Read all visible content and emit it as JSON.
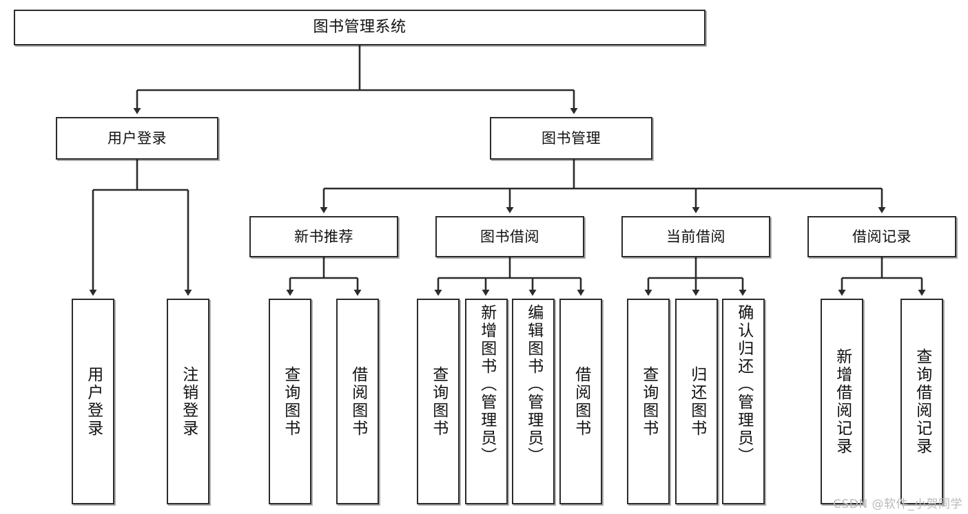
{
  "diagram": {
    "title": "图书管理系统",
    "root": {
      "id": "root",
      "label": "图书管理系统"
    },
    "level2": [
      {
        "id": "user-login",
        "label": "用户登录"
      },
      {
        "id": "book-manage",
        "label": "图书管理"
      }
    ],
    "level3": [
      {
        "id": "new-book-recommend",
        "label": "新书推荐"
      },
      {
        "id": "book-borrow",
        "label": "图书借阅"
      },
      {
        "id": "current-borrow",
        "label": "当前借阅"
      },
      {
        "id": "borrow-record",
        "label": "借阅记录"
      }
    ],
    "leaves": {
      "user_login": [
        {
          "id": "leaf-user-login",
          "label": "用户登录"
        },
        {
          "id": "leaf-logout-login",
          "label": "注销登录"
        }
      ],
      "new_book_recommend": [
        {
          "id": "leaf-query-book-1",
          "label": "查询图书"
        },
        {
          "id": "leaf-borrow-book-1",
          "label": "借阅图书"
        }
      ],
      "book_borrow": [
        {
          "id": "leaf-query-book-2",
          "label": "查询图书"
        },
        {
          "id": "leaf-add-book-admin",
          "label": "新增图书（管理员）"
        },
        {
          "id": "leaf-edit-book-admin",
          "label": "编辑图书（管理员）"
        },
        {
          "id": "leaf-borrow-book-2",
          "label": "借阅图书"
        }
      ],
      "current_borrow": [
        {
          "id": "leaf-query-book-3",
          "label": "查询图书"
        },
        {
          "id": "leaf-return-book",
          "label": "归还图书"
        },
        {
          "id": "leaf-confirm-return-admin",
          "label": "确认归还（管理员）"
        }
      ],
      "borrow_record": [
        {
          "id": "leaf-add-borrow-record",
          "label": "新增借阅记录"
        },
        {
          "id": "leaf-query-borrow-record",
          "label": "查询借阅记录"
        }
      ]
    },
    "watermark": "CSDN @软件_小贺同学",
    "colors": {
      "stroke": "#2b2b2b",
      "fill": "#ffffff",
      "text": "#111111",
      "watermark": "#b9b9b9"
    }
  }
}
